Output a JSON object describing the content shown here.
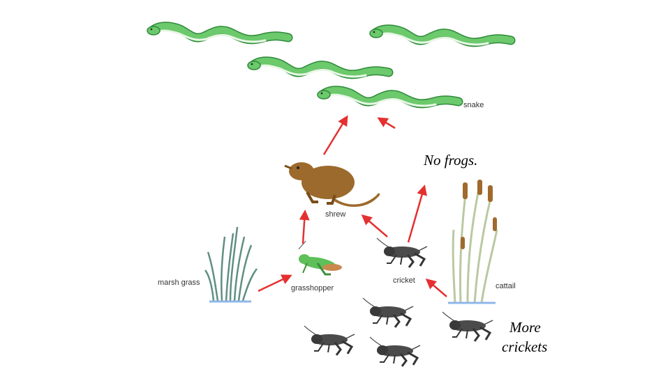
{
  "labels": {
    "snake": "snake",
    "shrew": "shrew",
    "marsh_grass": "marsh grass",
    "grasshopper": "grasshopper",
    "cricket": "cricket",
    "cattail": "cattail"
  },
  "annotations": {
    "no_frogs": "No frogs.",
    "more_crickets_line1": "More",
    "more_crickets_line2": "crickets"
  },
  "colors": {
    "snake_body": "#6cc96c",
    "snake_outline": "#2f8a3a",
    "snake_belly": "#e9f7e6",
    "shrew": "#9c6a2c",
    "grasshopper": "#5fbf5a",
    "cricket": "#4b4b4b",
    "marsh_grass": "#5f8f82",
    "cattail_stem": "#b9c9a2",
    "cattail_head": "#a0692d",
    "arrow": "#e53030",
    "water": "#8fb7e8"
  },
  "icons": [
    "snake-icon",
    "shrew-icon",
    "grasshopper-icon",
    "cricket-icon",
    "marsh-grass-icon",
    "cattail-icon"
  ]
}
